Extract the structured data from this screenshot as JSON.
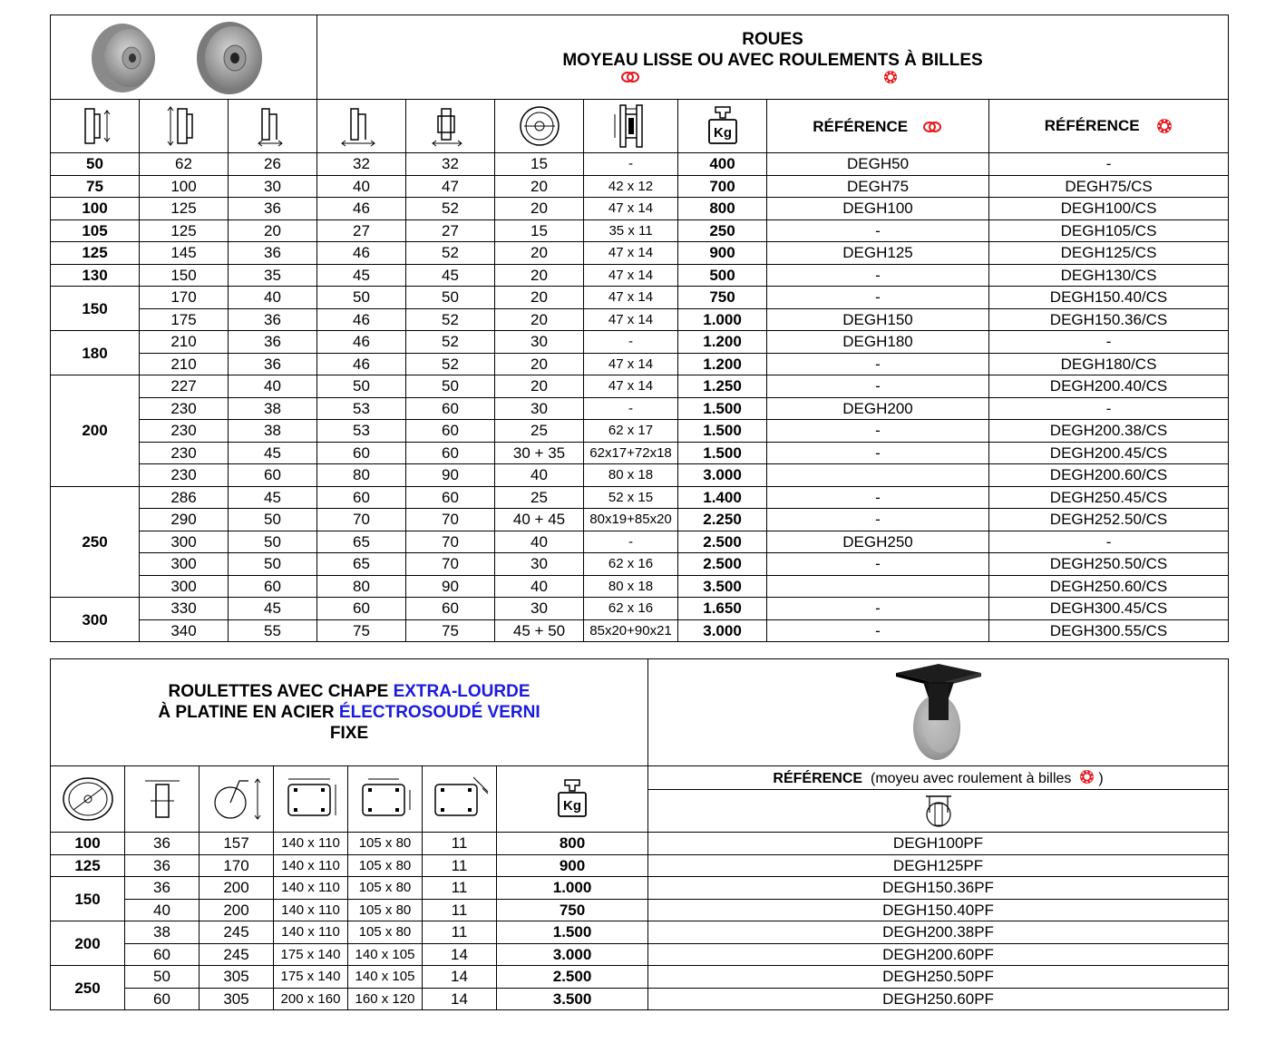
{
  "wheels": {
    "title_line1": "ROUES",
    "title_line2": "MOYEAU LISSE OU AVEC ROULEMENTS À BILLES",
    "ref_plain_label": "RÉFÉRENCE",
    "ref_bearing_label": "RÉFÉRENCE",
    "rows": [
      {
        "dia": "50",
        "c1": "62",
        "c2": "26",
        "c3": "32",
        "c4": "32",
        "c5": "15",
        "c6": "-",
        "load": "400",
        "ref1": "DEGH50",
        "ref2": "-"
      },
      {
        "dia": "75",
        "c1": "100",
        "c2": "30",
        "c3": "40",
        "c4": "47",
        "c5": "20",
        "c6": "42 x 12",
        "load": "700",
        "ref1": "DEGH75",
        "ref2": "DEGH75/CS"
      },
      {
        "dia": "100",
        "c1": "125",
        "c2": "36",
        "c3": "46",
        "c4": "52",
        "c5": "20",
        "c6": "47 x 14",
        "load": "800",
        "ref1": "DEGH100",
        "ref2": "DEGH100/CS"
      },
      {
        "dia": "105",
        "c1": "125",
        "c2": "20",
        "c3": "27",
        "c4": "27",
        "c5": "15",
        "c6": "35 x 11",
        "load": "250",
        "ref1": "-",
        "ref2": "DEGH105/CS"
      },
      {
        "dia": "125",
        "c1": "145",
        "c2": "36",
        "c3": "46",
        "c4": "52",
        "c5": "20",
        "c6": "47 x 14",
        "load": "900",
        "ref1": "DEGH125",
        "ref2": "DEGH125/CS"
      },
      {
        "dia": "130",
        "c1": "150",
        "c2": "35",
        "c3": "45",
        "c4": "45",
        "c5": "20",
        "c6": "47 x 14",
        "load": "500",
        "ref1": "-",
        "ref2": "DEGH130/CS"
      },
      {
        "dia": "150",
        "c1": "170",
        "c2": "40",
        "c3": "50",
        "c4": "50",
        "c5": "20",
        "c6": "47 x 14",
        "load": "750",
        "ref1": "-",
        "ref2": "DEGH150.40/CS"
      },
      {
        "dia": "",
        "c1": "175",
        "c2": "36",
        "c3": "46",
        "c4": "52",
        "c5": "20",
        "c6": "47 x 14",
        "load": "1.000",
        "ref1": "DEGH150",
        "ref2": "DEGH150.36/CS"
      },
      {
        "dia": "180",
        "c1": "210",
        "c2": "36",
        "c3": "46",
        "c4": "52",
        "c5": "30",
        "c6": "-",
        "load": "1.200",
        "ref1": "DEGH180",
        "ref2": "-"
      },
      {
        "dia": "",
        "c1": "210",
        "c2": "36",
        "c3": "46",
        "c4": "52",
        "c5": "20",
        "c6": "47 x 14",
        "load": "1.200",
        "ref1": "-",
        "ref2": "DEGH180/CS"
      },
      {
        "dia": "200",
        "c1": "227",
        "c2": "40",
        "c3": "50",
        "c4": "50",
        "c5": "20",
        "c6": "47 x 14",
        "load": "1.250",
        "ref1": "-",
        "ref2": "DEGH200.40/CS"
      },
      {
        "dia": "",
        "c1": "230",
        "c2": "38",
        "c3": "53",
        "c4": "60",
        "c5": "30",
        "c6": "-",
        "load": "1.500",
        "ref1": "DEGH200",
        "ref2": "-"
      },
      {
        "dia": "",
        "c1": "230",
        "c2": "38",
        "c3": "53",
        "c4": "60",
        "c5": "25",
        "c6": "62 x 17",
        "load": "1.500",
        "ref1": "-",
        "ref2": "DEGH200.38/CS"
      },
      {
        "dia": "",
        "c1": "230",
        "c2": "45",
        "c3": "60",
        "c4": "60",
        "c5": "30 + 35",
        "c6": "62x17+72x18",
        "load": "1.500",
        "ref1": "-",
        "ref2": "DEGH200.45/CS"
      },
      {
        "dia": "",
        "c1": "230",
        "c2": "60",
        "c3": "80",
        "c4": "90",
        "c5": "40",
        "c6": "80 x 18",
        "load": "3.000",
        "ref1": "",
        "ref2": "DEGH200.60/CS"
      },
      {
        "dia": "250",
        "c1": "286",
        "c2": "45",
        "c3": "60",
        "c4": "60",
        "c5": "25",
        "c6": "52 x 15",
        "load": "1.400",
        "ref1": "-",
        "ref2": "DEGH250.45/CS"
      },
      {
        "dia": "",
        "c1": "290",
        "c2": "50",
        "c3": "70",
        "c4": "70",
        "c5": "40 + 45",
        "c6": "80x19+85x20",
        "load": "2.250",
        "ref1": "-",
        "ref2": "DEGH252.50/CS"
      },
      {
        "dia": "",
        "c1": "300",
        "c2": "50",
        "c3": "65",
        "c4": "70",
        "c5": "40",
        "c6": "-",
        "load": "2.500",
        "ref1": "DEGH250",
        "ref2": "-"
      },
      {
        "dia": "",
        "c1": "300",
        "c2": "50",
        "c3": "65",
        "c4": "70",
        "c5": "30",
        "c6": "62 x 16",
        "load": "2.500",
        "ref1": "-",
        "ref2": "DEGH250.50/CS"
      },
      {
        "dia": "",
        "c1": "300",
        "c2": "60",
        "c3": "80",
        "c4": "90",
        "c5": "40",
        "c6": "80 x 18",
        "load": "3.500",
        "ref1": "",
        "ref2": "DEGH250.60/CS"
      },
      {
        "dia": "300",
        "c1": "330",
        "c2": "45",
        "c3": "60",
        "c4": "60",
        "c5": "30",
        "c6": "62 x 16",
        "load": "1.650",
        "ref1": "-",
        "ref2": "DEGH300.45/CS"
      },
      {
        "dia": "",
        "c1": "340",
        "c2": "55",
        "c3": "75",
        "c4": "75",
        "c5": "45 + 50",
        "c6": "85x20+90x21",
        "load": "3.000",
        "ref1": "-",
        "ref2": "DEGH300.55/CS"
      }
    ]
  },
  "casters": {
    "title_line1_a": "ROULETTES AVEC CHAPE ",
    "title_line1_b": "EXTRA-LOURDE",
    "title_line2_a": "À PLATINE EN ACIER ",
    "title_line2_b": "ÉLECTROSOUDÉ VERNI",
    "title_line3": "FIXE",
    "ref_label": "RÉFÉRENCE",
    "ref_note_open": "(moyeu avec roulement à billes",
    "ref_note_close": ")",
    "rows": [
      {
        "dia": "100",
        "w": "36",
        "h": "157",
        "plate": "140 x 110",
        "holes": "105 x 80",
        "bolt": "11",
        "load": "800",
        "ref": "DEGH100PF"
      },
      {
        "dia": "125",
        "w": "36",
        "h": "170",
        "plate": "140 x 110",
        "holes": "105 x 80",
        "bolt": "11",
        "load": "900",
        "ref": "DEGH125PF"
      },
      {
        "dia": "150",
        "w": "36",
        "h": "200",
        "plate": "140 x 110",
        "holes": "105 x 80",
        "bolt": "11",
        "load": "1.000",
        "ref": "DEGH150.36PF"
      },
      {
        "dia": "",
        "w": "40",
        "h": "200",
        "plate": "140 x 110",
        "holes": "105 x 80",
        "bolt": "11",
        "load": "750",
        "ref": "DEGH150.40PF"
      },
      {
        "dia": "200",
        "w": "38",
        "h": "245",
        "plate": "140 x 110",
        "holes": "105 x 80",
        "bolt": "11",
        "load": "1.500",
        "ref": "DEGH200.38PF"
      },
      {
        "dia": "",
        "w": "60",
        "h": "245",
        "plate": "175 x 140",
        "holes": "140 x 105",
        "bolt": "14",
        "load": "3.000",
        "ref": "DEGH200.60PF"
      },
      {
        "dia": "250",
        "w": "50",
        "h": "305",
        "plate": "175 x 140",
        "holes": "140 x 105",
        "bolt": "14",
        "load": "2.500",
        "ref": "DEGH250.50PF"
      },
      {
        "dia": "",
        "w": "60",
        "h": "305",
        "plate": "200 x 160",
        "holes": "160 x 120",
        "bolt": "14",
        "load": "3.500",
        "ref": "DEGH250.60PF"
      }
    ]
  },
  "icons": {
    "kg_label": "Kg",
    "plain_hub_color": "#e8151b",
    "bearing_color": "#e8151b"
  }
}
